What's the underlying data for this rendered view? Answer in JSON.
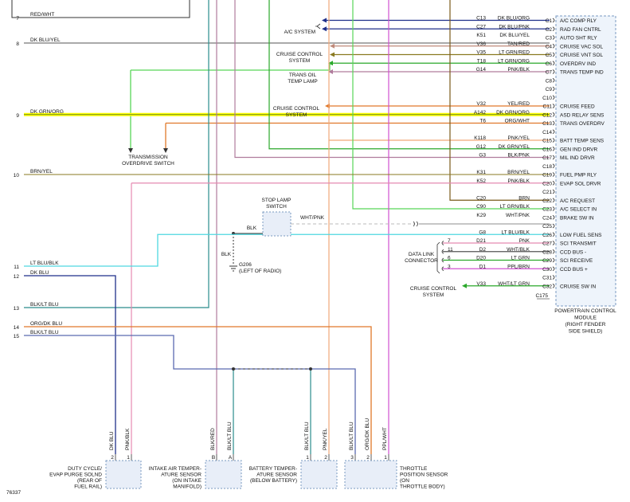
{
  "figure_id": "76337",
  "left_wires": [
    {
      "num": "7",
      "color": "RED/WHT"
    },
    {
      "num": "8",
      "color": "DK BLU/YEL"
    },
    {
      "num": "9",
      "color": "DK GRN/ORG"
    },
    {
      "num": "10",
      "color": "BRN/YEL"
    },
    {
      "num": "11",
      "color": "LT BLU/BLK"
    },
    {
      "num": "12",
      "color": "DK BLU"
    },
    {
      "num": "13",
      "color": "BLK/LT BLU"
    },
    {
      "num": "14",
      "color": "ORG/DK BLU"
    },
    {
      "num": "15",
      "color": "BLK/LT BLU"
    }
  ],
  "connector_rows": [
    {
      "circuit": "C13",
      "wire": "DK BLU/ORG",
      "cavity": "C1",
      "function": "A/C COMP RLY"
    },
    {
      "circuit": "C27",
      "wire": "DK BLU/PNK",
      "cavity": "C2",
      "function": "RAD FAN CNTRL"
    },
    {
      "circuit": "K51",
      "wire": "DK BLU/YEL",
      "cavity": "C3",
      "function": "AUTO SHT RLY"
    },
    {
      "circuit": "V36",
      "wire": "TAN/RED",
      "cavity": "C4",
      "function": "CRUISE VAC SOL"
    },
    {
      "circuit": "V35",
      "wire": "LT GRN/RED",
      "cavity": "C5",
      "function": "CRUISE VNT SOL"
    },
    {
      "circuit": "T18",
      "wire": "LT GRN/ORG",
      "cavity": "C6",
      "function": "OVERDRV IND"
    },
    {
      "circuit": "G14",
      "wire": "PNK/BLK",
      "cavity": "C7",
      "function": "TRANS TEMP IND"
    },
    {
      "circuit": "",
      "wire": "",
      "cavity": "C8",
      "function": ""
    },
    {
      "circuit": "",
      "wire": "",
      "cavity": "C9",
      "function": ""
    },
    {
      "circuit": "",
      "wire": "",
      "cavity": "C10",
      "function": ""
    },
    {
      "circuit": "V32",
      "wire": "YEL/RED",
      "cavity": "C11",
      "function": "CRUISE FEED"
    },
    {
      "circuit": "A142",
      "wire": "DK GRN/ORG",
      "cavity": "C12",
      "function": "ASD RELAY SENS"
    },
    {
      "circuit": "T6",
      "wire": "ORG/WHT",
      "cavity": "C13",
      "function": "TRANS OVERDRV"
    },
    {
      "circuit": "",
      "wire": "",
      "cavity": "C14",
      "function": ""
    },
    {
      "circuit": "K118",
      "wire": "PNK/YEL",
      "cavity": "C15",
      "function": "BATT TEMP SENS"
    },
    {
      "circuit": "G12",
      "wire": "DK GRN/YEL",
      "cavity": "C16",
      "function": "GEN IND DRVR"
    },
    {
      "circuit": "G3",
      "wire": "BLK/PNK",
      "cavity": "C17",
      "function": "MIL IND DRVR"
    },
    {
      "circuit": "",
      "wire": "",
      "cavity": "C18",
      "function": ""
    },
    {
      "circuit": "K31",
      "wire": "BRN/YEL",
      "cavity": "C19",
      "function": "FUEL PMP RLY"
    },
    {
      "circuit": "K52",
      "wire": "PNK/BLK",
      "cavity": "C20",
      "function": "EVAP SOL DRVR"
    },
    {
      "circuit": "",
      "wire": "",
      "cavity": "C21",
      "function": ""
    },
    {
      "circuit": "C20",
      "wire": "BRN",
      "cavity": "C22",
      "function": "A/C REQUEST"
    },
    {
      "circuit": "C90",
      "wire": "LT GRN/BLK",
      "cavity": "C23",
      "function": "A/C SELECT IN"
    },
    {
      "circuit": "K29",
      "wire": "WHT/PNK",
      "cavity": "C24",
      "function": "BRAKE SW IN"
    },
    {
      "circuit": "",
      "wire": "",
      "cavity": "C25",
      "function": ""
    },
    {
      "circuit": "G8",
      "wire": "LT BLU/BLK",
      "cavity": "C26",
      "function": "LOW FUEL SENS"
    },
    {
      "circuit": "D21",
      "wire": "PNK",
      "cavity": "C27",
      "function": "SCI TRANSMIT"
    },
    {
      "circuit": "D2",
      "wire": "WHT/BLK",
      "cavity": "C28",
      "function": "CCD BUS -"
    },
    {
      "circuit": "D20",
      "wire": "LT GRN",
      "cavity": "C29",
      "function": "SCI RECEIVE"
    },
    {
      "circuit": "D1",
      "wire": "PPL/BRN",
      "cavity": "C30",
      "function": "CCD BUS +"
    },
    {
      "circuit": "",
      "wire": "",
      "cavity": "C31",
      "function": ""
    },
    {
      "circuit": "V33",
      "wire": "WHT/LT GRN",
      "cavity": "C32",
      "function": "CRUISE SW IN"
    }
  ],
  "connector_id": "C175",
  "pcm_label": [
    "POWERTRAIN CONTROL",
    "MODULE",
    "(RIGHT FENDER",
    "SIDE SHIELD)"
  ],
  "labels": {
    "ac_system": "A/C SYSTEM",
    "cruise_control_1": [
      "CRUISE CONTROL",
      "SYSTEM"
    ],
    "trans_oil_temp": [
      "TRANS OIL",
      "TEMP LAMP"
    ],
    "cruise_control_2": [
      "CRUISE CONTROL",
      "SYSTEM"
    ],
    "trans_od_switch": [
      "TRANSMISSION",
      "OVERDRIVE SWITCH"
    ],
    "stop_lamp_switch": [
      "STOP LAMP",
      "SWITCH"
    ],
    "stop_lamp_wire": "WHT/PNK",
    "blk1": "BLK",
    "blk2": "BLK",
    "ground": [
      "G206",
      "(LEFT OF RADIO)"
    ],
    "data_link": [
      "DATA LINK",
      "CONNECTOR"
    ],
    "dlc_pins": [
      "7",
      "11",
      "6",
      "3"
    ],
    "cruise_control_3": [
      "CRUISE CONTROL",
      "SYSTEM"
    ]
  },
  "components": [
    {
      "name": [
        "DUTY CYCLE/",
        "EVAP PURGE SOLND",
        "(REAR OF",
        "FUEL RAIL)"
      ],
      "pins": [
        "2",
        "1"
      ],
      "wires": [
        "DK BLU",
        "PNK/BLK"
      ]
    },
    {
      "name": [
        "INTAKE AIR TEMPER-",
        "ATURE SENSOR",
        "(ON INTAKE",
        "MANIFOLD)"
      ],
      "pins": [
        "B",
        "A"
      ],
      "wires": [
        "BLK/RED",
        "BLK/LT BLU"
      ]
    },
    {
      "name": [
        "BATTERY TEMPER-",
        "ATURE SENSOR",
        "(BELOW BATTERY)"
      ],
      "pins": [
        "1",
        "2"
      ],
      "wires": [
        "BLK/LT BLU",
        "PNK/YEL"
      ]
    },
    {
      "name": [
        "THROTTLE",
        "POSITION SENSOR",
        "(ON",
        "THROTTLE BODY)"
      ],
      "pins": [
        "3",
        "2",
        "1"
      ],
      "wires": [
        "BLK/LT BLU",
        "ORG/DK BLU",
        "PPL/WHT"
      ]
    }
  ]
}
